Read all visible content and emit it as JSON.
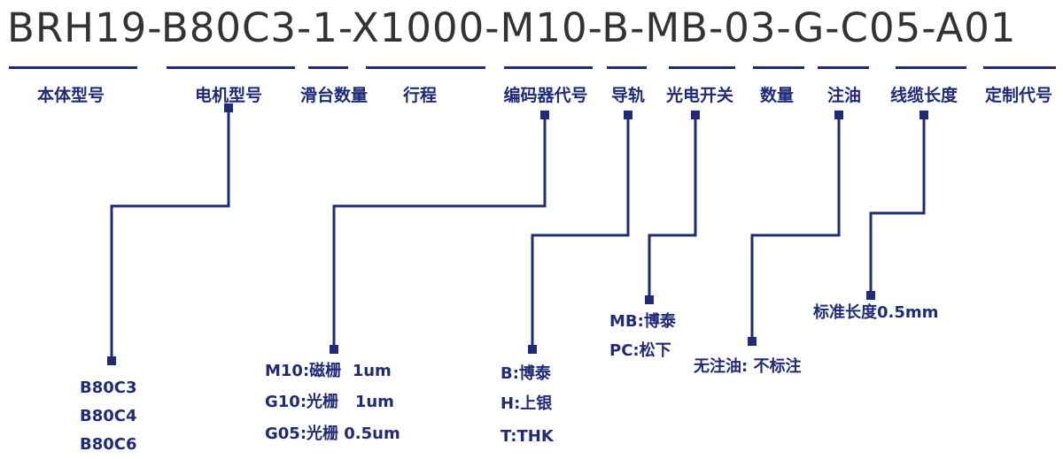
{
  "model_code": "BRH19-B80C3-1-X1000-M10-B-MB-03-G-C05-A01",
  "segments": [
    {
      "label": "本体型号"
    },
    {
      "label": "电机型号"
    },
    {
      "label": "滑台数量"
    },
    {
      "label": "行程"
    },
    {
      "label": "编码器代号"
    },
    {
      "label": "导轨"
    },
    {
      "label": "光电开关"
    },
    {
      "label": "数量"
    },
    {
      "label": "注油"
    },
    {
      "label": "线缆长度"
    },
    {
      "label": "定制代号"
    }
  ],
  "options": {
    "motor": [
      "B80C3",
      "B80C4",
      "B80C6"
    ],
    "encoder": [
      "M10:磁栅  1um",
      "G10:光栅   1um",
      "G05:光栅 0.5um"
    ],
    "rail": [
      "B:博泰",
      "H:上银",
      "T:THK"
    ],
    "photo_switch": [
      "MB:博泰",
      "PC:松下"
    ],
    "oiling": [
      "无注油: 不标注"
    ],
    "cable": [
      "标准长度0.5mm"
    ]
  },
  "colors": {
    "accent": "#1f2a7a",
    "code_text": "#333333"
  }
}
